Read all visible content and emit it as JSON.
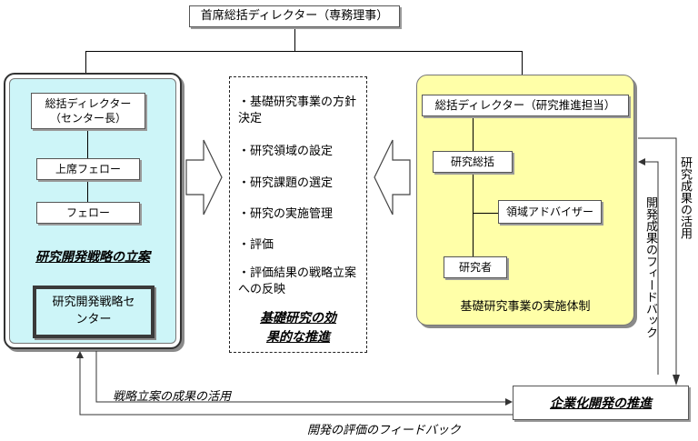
{
  "top": {
    "title": "首席総括ディレクター（専務理事）"
  },
  "left": {
    "director": "総括ディレクター（センター長）",
    "senior_fellow": "上席フェロー",
    "fellow": "フェロー",
    "strategy_label": "研究開発戦略の立案",
    "center": "研究開発戦略センター"
  },
  "center": {
    "items": [
      "・基礎研究事業の方針決定",
      "・研究領域の設定",
      "・研究課題の選定",
      "・研究の実施管理",
      "・評価",
      "・評価結果の戦略立案への反映"
    ],
    "footer": "基礎研究の効果的な推進"
  },
  "right": {
    "director": "総括ディレクター（研究推進担当）",
    "supervisor": "研究総括",
    "advisor": "領域アドバイザー",
    "researcher": "研究者",
    "footer": "基礎研究事業の実施体制"
  },
  "arrows": {
    "results_use": "研究成果の活用",
    "dev_feedback": "開発成果のフィードバック",
    "strategy_use": "戦略立案の成果の活用",
    "eval_feedback": "開発の評価のフィードバック"
  },
  "enterprise": {
    "label": "企業化開発の推進"
  }
}
